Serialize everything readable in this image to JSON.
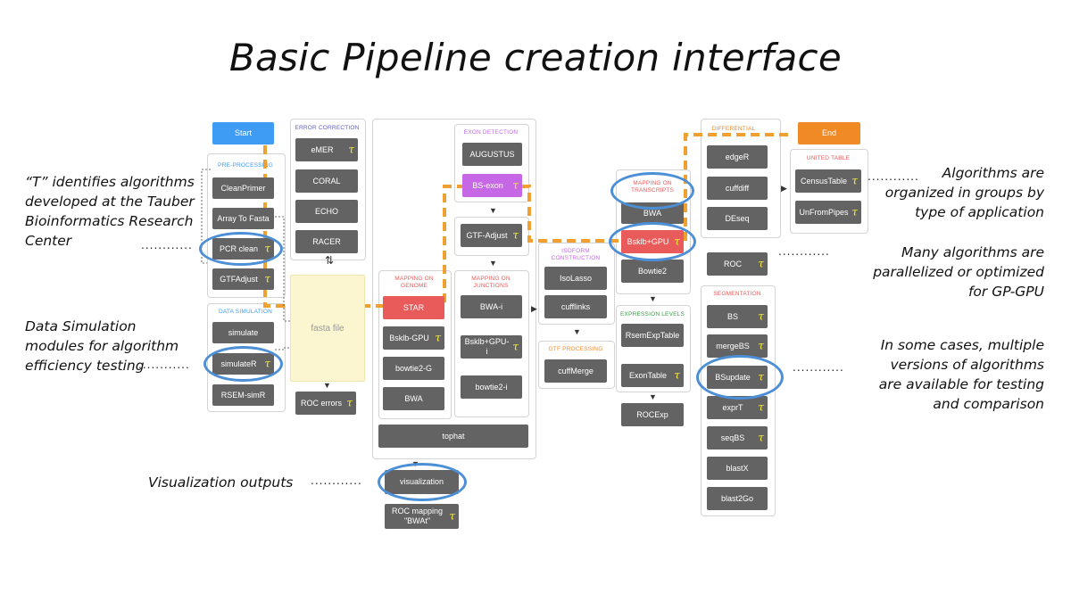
{
  "title": "Basic Pipeline creation interface",
  "groups": {
    "pre_processing": "PRE-PROCESSING",
    "data_simulation": "DATA SIMULATION",
    "error_correction": "ERROR CORRECTION",
    "mapping_genome": "MAPPING ON GENOME",
    "exon_detection": "EXON DETECTION",
    "mapping_junctions": "MAPPING ON JUNCTIONS",
    "isoform": "ISOFORM CONSTRUCTION",
    "gtf_processing": "GTF PROCESSING",
    "mapping_transcripts": "MAPPING ON TRANSCRIPTS",
    "expression_levels": "EXPRESSION LEVELS",
    "differential": "DIFFERENTIAL",
    "united_table": "UNITED TABLE",
    "segmentation": "SEGMENTATION"
  },
  "nodes": {
    "start": "Start",
    "end": "End",
    "cleanprimer": "CleanPrimer",
    "array_to_fasta": "Array To Fasta",
    "pcr_clean": "PCR clean",
    "gtfadjust": "GTFAdjust",
    "simulate": "simulate",
    "simulater": "simulateR",
    "rsem_simr": "RSEM-simR",
    "emer": "eMER",
    "coral": "CORAL",
    "echo": "ECHO",
    "racer": "RACER",
    "fasta_file": "fasta file",
    "roc_errors": "ROC errors",
    "star": "STAR",
    "bsklb_gpu_genome": "Bsklb-GPU",
    "bowtie2_g": "bowtie2-G",
    "bwa_genome": "BWA",
    "tophat": "tophat",
    "augustus": "AUGUSTUS",
    "bs_exon": "BS-exon",
    "gtf_adjust": "GTF-Adjust",
    "bwa_i": "BWA-i",
    "bsklb_gpu_i": "Bsklb+GPU-i",
    "bowtie2_i": "bowtie2-i",
    "isolasso": "IsoLasso",
    "cufflinks": "cufflinks",
    "cuffmerge": "cuffMerge",
    "bwa_transcripts": "BWA",
    "bsklb_gpu_transcripts": "Bsklb+GPU",
    "bowtie2": "Bowtie2",
    "rsemexptable": "RsemExpTable",
    "exontable": "ExonTable",
    "rocexp": "ROCExp",
    "edger": "edgeR",
    "cuffdiff": "cuffdiff",
    "deseq": "DEseq",
    "roc": "ROC",
    "censustable": "CensusTable",
    "unfrompipes": "UnFromPipes",
    "bs": "BS",
    "mergebs": "mergeBS",
    "bsupdate": "BSupdate",
    "exprt": "exprT",
    "seqbs": "seqBS",
    "blastx": "blastX",
    "blast2go": "blast2Go",
    "visualization": "visualization",
    "roc_mapping_l1": "ROC mapping",
    "roc_mapping_l2": "\"BWAt\""
  },
  "tau_glyph": "τ",
  "annotations": {
    "t_identifies": [
      "“T” identifies algorithms",
      "developed at the Tauber",
      "Bioinformatics Research",
      "Center"
    ],
    "data_sim": [
      "Data Simulation",
      "modules for algorithm",
      "efficiency testing"
    ],
    "visualization": "Visualization outputs",
    "groups": [
      "Algorithms are",
      "organized in groups by",
      "type of application"
    ],
    "parallel": [
      "Many algorithms are",
      "parallelized or optimized",
      "for GP-GPU"
    ],
    "versions": [
      "In some cases, multiple",
      "versions of algorithms",
      "are available for testing",
      "and comparison"
    ]
  },
  "dots": "............",
  "colors": {
    "node": "#636363",
    "start": "#3f9cf4",
    "end": "#f08a24",
    "highlight_red": "#e95a5a",
    "highlight_purple": "#c667e6",
    "flow_dash": "#f0a030",
    "ellipse": "#4c8fd6",
    "tau": "#f7e93a"
  }
}
